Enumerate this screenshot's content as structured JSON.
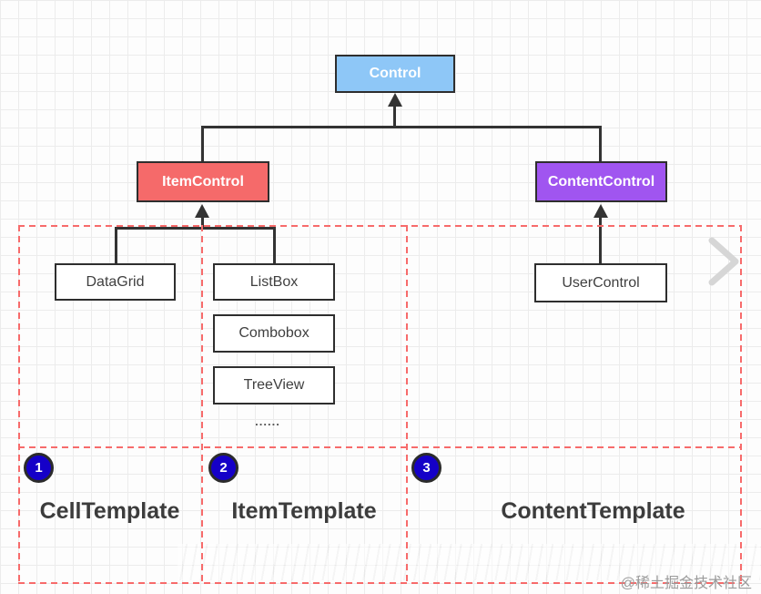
{
  "nodes": {
    "control": {
      "label": "Control",
      "fill": "#8ec7f7"
    },
    "item_control": {
      "label": "ItemControl",
      "fill": "#f56a6a"
    },
    "content_control": {
      "label": "ContentControl",
      "fill": "#a055f0"
    },
    "datagrid": {
      "label": "DataGrid"
    },
    "listbox": {
      "label": "ListBox"
    },
    "combobox": {
      "label": "Combobox"
    },
    "treeview": {
      "label": "TreeView"
    },
    "usercontrol": {
      "label": "UserControl"
    },
    "more_indicator": "......"
  },
  "regions": [
    {
      "number": "1",
      "label": "CellTemplate"
    },
    {
      "number": "2",
      "label": "ItemTemplate"
    },
    {
      "number": "3",
      "label": "ContentTemplate"
    }
  ],
  "colors": {
    "node_border": "#2e2e2e",
    "connector": "#333333",
    "dashed_region": "#f76b6b",
    "badge_fill": "#1500c8",
    "chevron": "#d6d6d6"
  },
  "watermark": "@稀土掘金技术社区"
}
